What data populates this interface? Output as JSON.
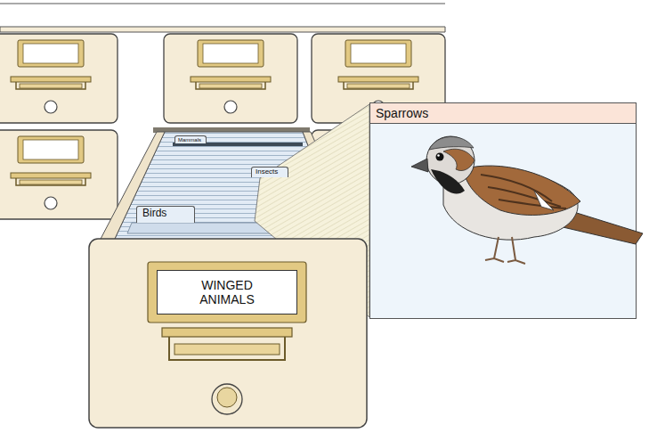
{
  "diagram": {
    "nodes": [
      {
        "text": [
          "Mammals"
        ]
      },
      {
        "text": [
          "Insects"
        ]
      },
      {
        "text": [
          "Birds"
        ]
      },
      {
        "text": [
          "Sparrows"
        ]
      },
      {
        "text": [
          "WINGED ANIMALS"
        ]
      }
    ]
  }
}
